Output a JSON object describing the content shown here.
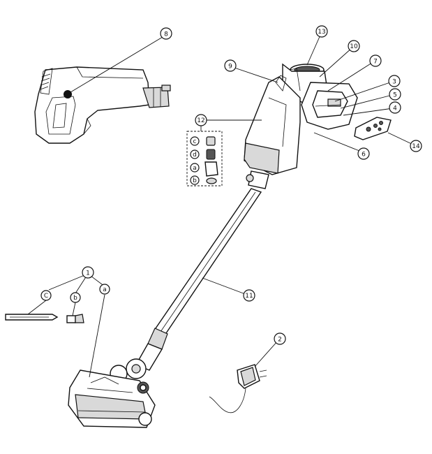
{
  "callouts": {
    "c1": "1",
    "c1a": "a",
    "c1b": "b",
    "c1c": "C",
    "c2": "2",
    "c3": "3",
    "c4": "4",
    "c5": "5",
    "c6": "6",
    "c7": "7",
    "c8": "8",
    "c9": "9",
    "c10": "10",
    "c11": "11",
    "c12": "12",
    "c12a": "a",
    "c12b": "b",
    "c12c": "c",
    "c12d": "d",
    "c13": "13",
    "c14": "14"
  }
}
